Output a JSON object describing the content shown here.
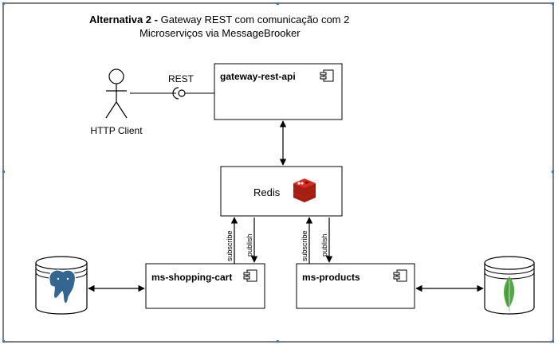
{
  "title": {
    "prefix": "Alternativa 2 -",
    "line1": " Gateway REST com comunicação com 2",
    "line2": "Microserviços via MessageBrooker"
  },
  "actor": {
    "label": "HTTP Client"
  },
  "interface": {
    "label": "REST"
  },
  "components": {
    "gateway": "gateway-rest-api",
    "redis": "Redis",
    "cart": "ms-shopping-cart",
    "products": "ms-products"
  },
  "edges": {
    "cart_subscribe": "subscribe",
    "cart_publish": "publish",
    "products_subscribe": "subscribe",
    "products_publish": "publish"
  },
  "colors": {
    "line": "#000000",
    "redis": "#c6302b",
    "postgres": "#336791",
    "mongo": "#4faa41",
    "frame_handle": "#2e7bcf"
  }
}
